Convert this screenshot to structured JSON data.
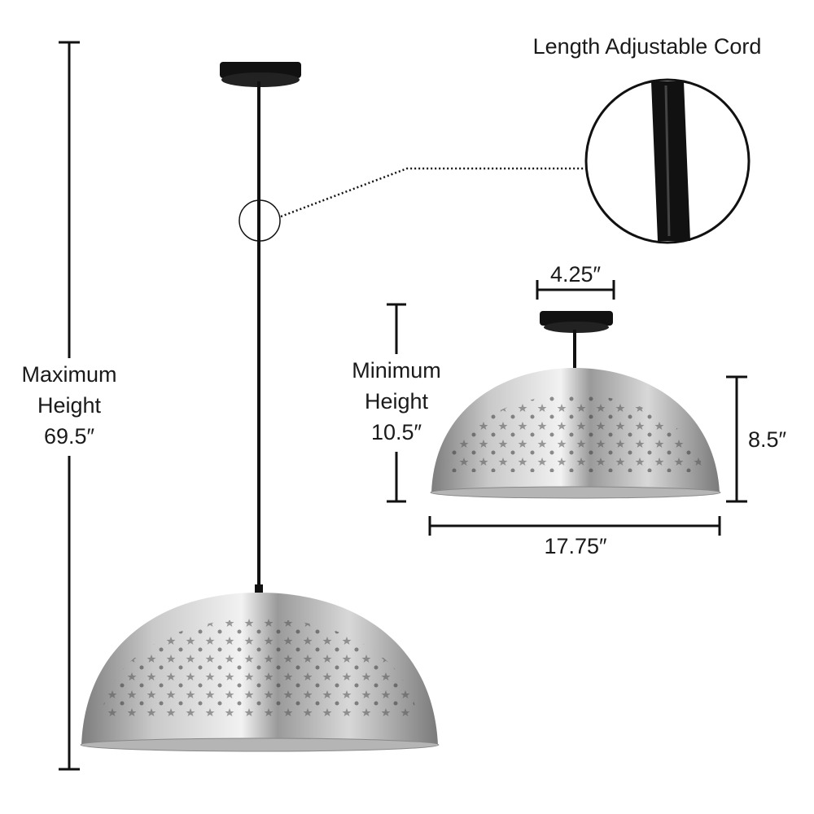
{
  "callout": {
    "title": "Length Adjustable Cord"
  },
  "max_height": {
    "line1": "Maximum",
    "line2": "Height",
    "value": "69.5″"
  },
  "min_height": {
    "line1": "Minimum",
    "line2": "Height",
    "value": "10.5″"
  },
  "canopy_width": "4.25″",
  "shade_height": "8.5″",
  "shade_width": "17.75″",
  "colors": {
    "line": "#111111",
    "silver_light": "#e8e8e8",
    "silver_dark": "#8a8a8a"
  }
}
